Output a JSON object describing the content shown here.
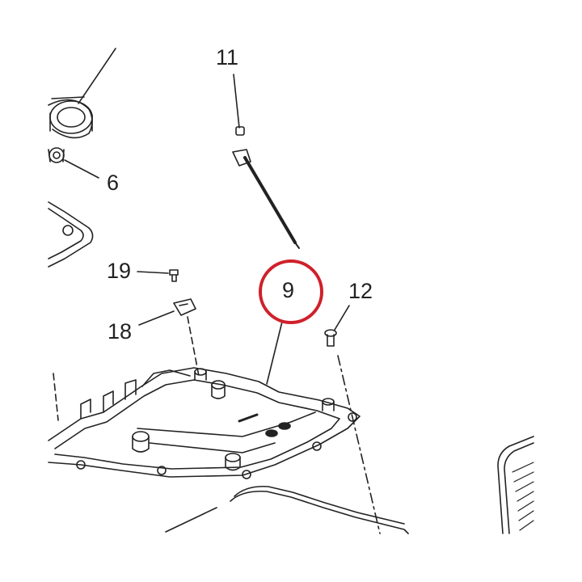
{
  "callouts": {
    "c11": "11",
    "c6": "6",
    "c19": "19",
    "c9": "9",
    "c12": "12",
    "c18": "18"
  },
  "highlight": {
    "part": "9",
    "ring_color": "#d0202a"
  },
  "colors": {
    "line": "#222222",
    "background": "#ffffff"
  }
}
